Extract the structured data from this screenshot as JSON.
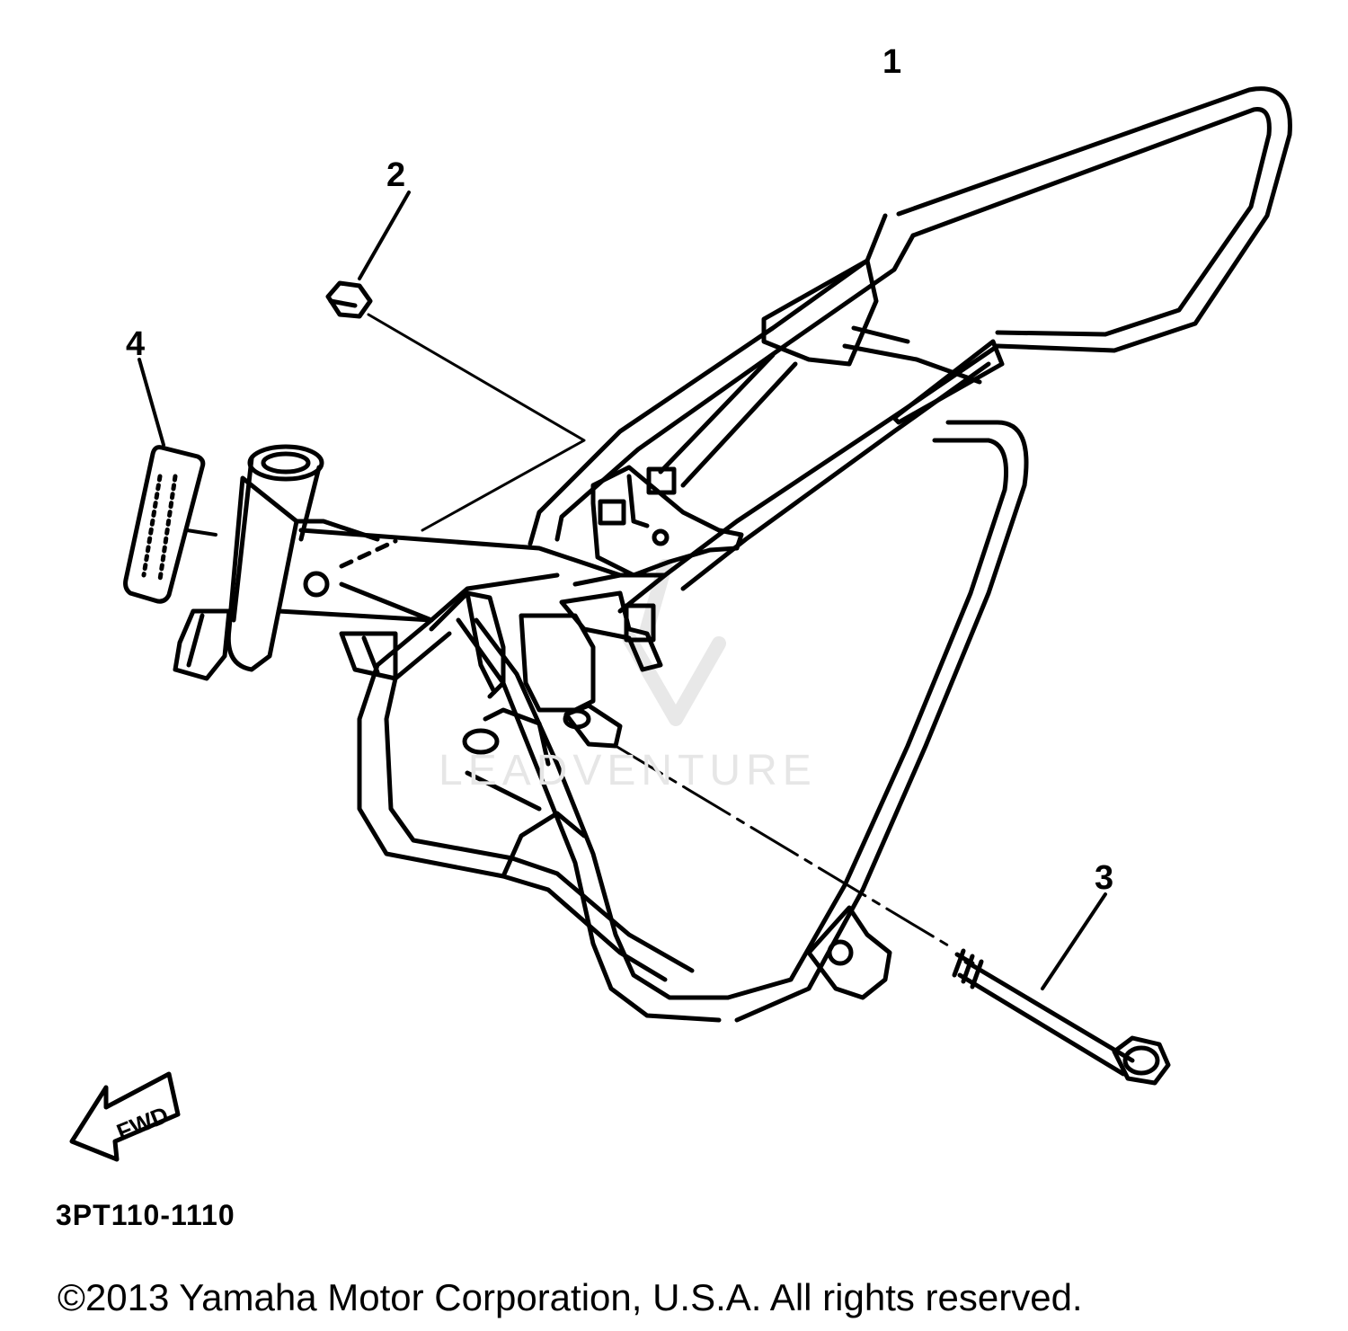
{
  "callouts": {
    "c1": "1",
    "c2": "2",
    "c3": "3",
    "c4": "4"
  },
  "fwd_label": "FWD",
  "part_code": "3PT110-1110",
  "watermark": "LEADVENTURE",
  "copyright": "©2013 Yamaha Motor Corporation, U.S.A. All rights reserved.",
  "colors": {
    "line": "#000000",
    "background": "#ffffff",
    "watermark": "#e6e6e6"
  }
}
